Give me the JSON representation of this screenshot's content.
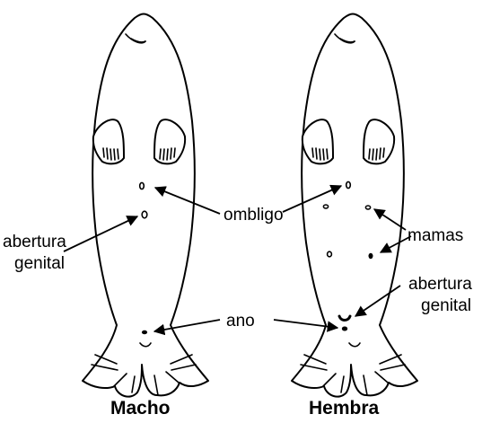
{
  "labels": {
    "male_title": "Macho",
    "female_title": "Hembra",
    "ombligo": "ombligo",
    "abertura_left_1": "abertura",
    "abertura_left_2": "genital",
    "mamas": "mamas",
    "abertura_right_1": "abertura",
    "abertura_right_2": "genital",
    "ano": "ano"
  }
}
